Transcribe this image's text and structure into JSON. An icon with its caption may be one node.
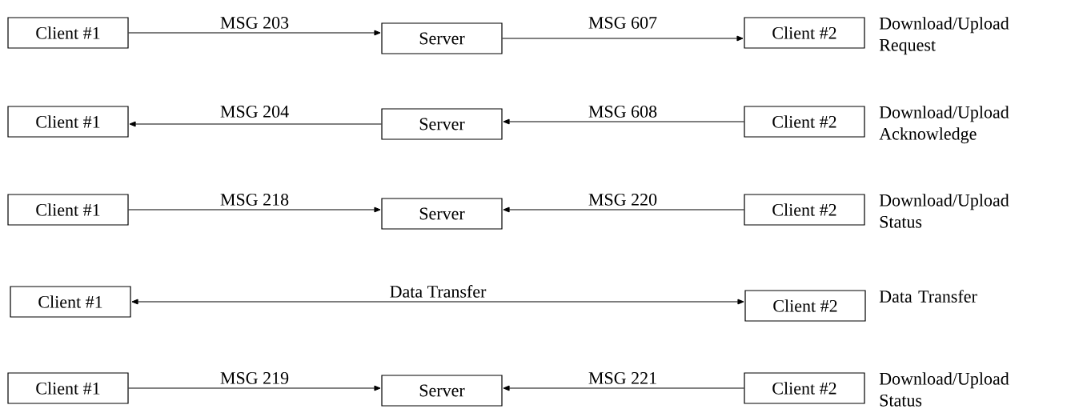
{
  "diagram": {
    "nodes": [
      {
        "text": [
          "Client #1"
        ]
      },
      {
        "text": [
          "Server"
        ]
      },
      {
        "text": [
          "Client #2"
        ],
        "beside": [
          "Download/Upload Request"
        ]
      },
      {
        "text": [
          "Client #1"
        ]
      },
      {
        "text": [
          "Server"
        ]
      },
      {
        "text": [
          "Client #2"
        ],
        "beside": [
          "Download/Upload Acknowledge"
        ]
      },
      {
        "text": [
          "Client #1"
        ]
      },
      {
        "text": [
          "Server"
        ]
      },
      {
        "text": [
          "Client #2"
        ],
        "beside": [
          "Download/Upload Status"
        ]
      },
      {
        "text": [
          "Client #1"
        ]
      },
      {
        "text": [
          "Client #2"
        ],
        "beside": [
          "Data Transfer"
        ]
      },
      {
        "text": [
          "Client #1"
        ]
      },
      {
        "text": [
          "Server"
        ]
      },
      {
        "text": [
          "Client #2"
        ],
        "beside": [
          "Download/Upload Status"
        ]
      }
    ],
    "edges": [
      {
        "from": 0,
        "to": 1,
        "arrow": "to",
        "label": "MSG 203"
      },
      {
        "from": 1,
        "to": 2,
        "arrow": "to",
        "label": "MSG 607"
      },
      {
        "from": 4,
        "to": 3,
        "arrow": "to",
        "label": "MSG 204"
      },
      {
        "from": 5,
        "to": 4,
        "arrow": "to",
        "label": "MSG 608"
      },
      {
        "from": 6,
        "to": 7,
        "arrow": "to",
        "label": "MSG 218"
      },
      {
        "from": 8,
        "to": 7,
        "arrow": "to",
        "label": "MSG 220"
      },
      {
        "from": 9,
        "to": 10,
        "arrow": "both",
        "label": "Data Transfer"
      },
      {
        "from": 11,
        "to": 12,
        "arrow": "to",
        "label": "MSG 219"
      },
      {
        "from": 13,
        "to": 12,
        "arrow": "to",
        "label": "MSG 221"
      }
    ]
  }
}
